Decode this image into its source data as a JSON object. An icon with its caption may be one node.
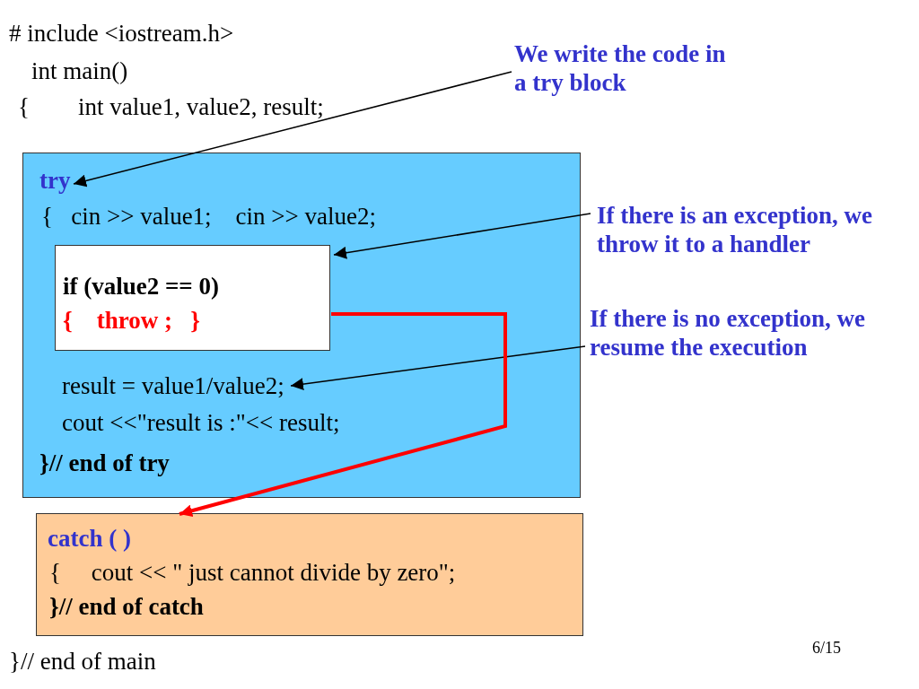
{
  "diagram": {
    "nodes": [
      {
        "text": [
          "{   cin >> value1;    cin >> value2;",
          "cout <<\"result is :\"<< result;",
          "}// end of try"
        ]
      },
      {
        "text": [
          "try"
        ],
        "in": 0
      },
      {
        "text": [
          "if (value2 == 0)",
          "{    throw ;   }"
        ],
        "in": 0
      },
      {
        "text": [
          "result = value1/value2;"
        ],
        "in": 0
      },
      {
        "text": [
          "catch ( )",
          "{     cout << \" just cannot divide by zero\";",
          "}// end of catch"
        ]
      },
      {
        "text": [
          "We write the code in a try block"
        ]
      },
      {
        "text": [
          "If there is an exception, we throw it to a handler"
        ]
      },
      {
        "text": [
          "If there is no exception, we resume the execution"
        ]
      }
    ],
    "edges": [
      {
        "from": 5,
        "to": 1,
        "arrow": "to"
      },
      {
        "from": 6,
        "to": 2,
        "arrow": "to"
      },
      {
        "from": 7,
        "to": 3,
        "arrow": "to"
      },
      {
        "from": 2,
        "to": 4,
        "arrow": "to",
        "style": "thick",
        "color": "#ff0000"
      }
    ],
    "labels": [
      "# include <iostream.h>",
      "int main()",
      "{        int value1, value2, result;",
      "6/15",
      "}// end of main"
    ]
  }
}
